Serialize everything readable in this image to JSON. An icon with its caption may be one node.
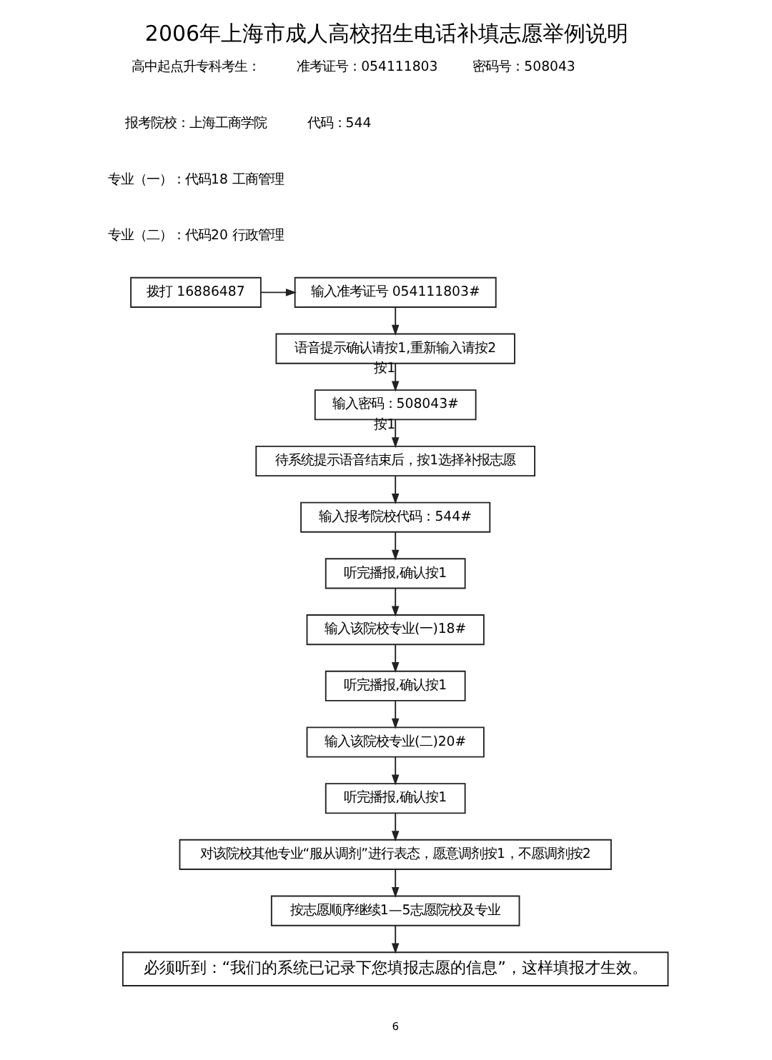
{
  "diagram": {
    "title": "2006年上海市成人高校招生电话补填志愿举例说明",
    "nodes": [
      {
        "text": [
          "拨打 16886487"
        ]
      },
      {
        "text": [
          "输入准考证号 054111803#"
        ]
      },
      {
        "text": [
          "语音提示确认请按1,重新输入请按2"
        ]
      },
      {
        "text": [
          "输入密码：508043#"
        ]
      },
      {
        "text": [
          "待系统提示语音结束后，按1选择补报志愿"
        ]
      },
      {
        "text": [
          "输入报考院校代码：544#"
        ]
      },
      {
        "text": [
          "听完播报,确认按1"
        ]
      },
      {
        "text": [
          "输入该院校专业(一)18#"
        ]
      },
      {
        "text": [
          "听完播报,确认按1"
        ]
      },
      {
        "text": [
          "输入该院校专业(二)20#"
        ]
      },
      {
        "text": [
          "听完播报,确认按1"
        ]
      },
      {
        "text": [
          "对该院校其他专业“服从调剂”进行表态，愿意调剂按1，不愿调剂按2"
        ]
      },
      {
        "text": [
          "按志愿顺序继续1—5志愿院校及专业"
        ]
      },
      {
        "text": [
          "必须听到：“我们的系统已记录下您填报志愿的信息”，这样填报才生效。"
        ]
      }
    ],
    "edges": [
      {
        "from": 0,
        "to": 1,
        "arrow": "to"
      },
      {
        "from": 1,
        "to": 2,
        "arrow": "to"
      },
      {
        "from": 2,
        "to": 3,
        "arrow": "to",
        "label": "按1"
      },
      {
        "from": 3,
        "to": 4,
        "arrow": "to",
        "label": "按1"
      },
      {
        "from": 4,
        "to": 5,
        "arrow": "to"
      },
      {
        "from": 5,
        "to": 6,
        "arrow": "to"
      },
      {
        "from": 6,
        "to": 7,
        "arrow": "to"
      },
      {
        "from": 7,
        "to": 8,
        "arrow": "to"
      },
      {
        "from": 8,
        "to": 9,
        "arrow": "to"
      },
      {
        "from": 9,
        "to": 10,
        "arrow": "to"
      },
      {
        "from": 10,
        "to": 11,
        "arrow": "to"
      },
      {
        "from": 11,
        "to": 12,
        "arrow": "to"
      },
      {
        "from": 12,
        "to": 13,
        "arrow": "to"
      }
    ],
    "labels": [
      "高中起点升专科考生：",
      "准考证号：054111803",
      "密码号：508043",
      "报考院校：上海工商学院",
      "代码：544",
      "专业（一）：代码18 工商管理",
      "专业（二）：代码20 行政管理",
      "6"
    ]
  }
}
